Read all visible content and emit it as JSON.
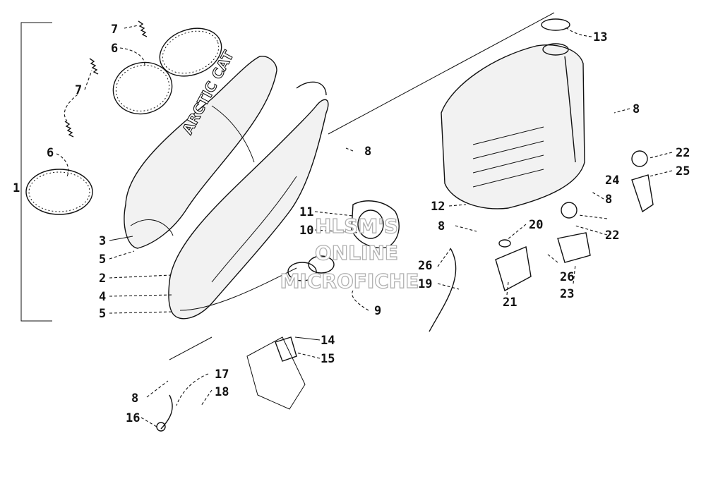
{
  "brand_text": "ARCTIC CAT",
  "watermark": [
    "HLSM'S",
    "ONLINE",
    "MICROFICHE"
  ],
  "callouts": [
    {
      "n": "1"
    },
    {
      "n": "2"
    },
    {
      "n": "3"
    },
    {
      "n": "4"
    },
    {
      "n": "5"
    },
    {
      "n": "5"
    },
    {
      "n": "6"
    },
    {
      "n": "6"
    },
    {
      "n": "7"
    },
    {
      "n": "7"
    },
    {
      "n": "8"
    },
    {
      "n": "8"
    },
    {
      "n": "8"
    },
    {
      "n": "8"
    },
    {
      "n": "8"
    },
    {
      "n": "9"
    },
    {
      "n": "10"
    },
    {
      "n": "11"
    },
    {
      "n": "12"
    },
    {
      "n": "13"
    },
    {
      "n": "14"
    },
    {
      "n": "15"
    },
    {
      "n": "16"
    },
    {
      "n": "17"
    },
    {
      "n": "18"
    },
    {
      "n": "19"
    },
    {
      "n": "20"
    },
    {
      "n": "21"
    },
    {
      "n": "22"
    },
    {
      "n": "22"
    },
    {
      "n": "23"
    },
    {
      "n": "24"
    },
    {
      "n": "25"
    },
    {
      "n": "26"
    },
    {
      "n": "26"
    }
  ]
}
